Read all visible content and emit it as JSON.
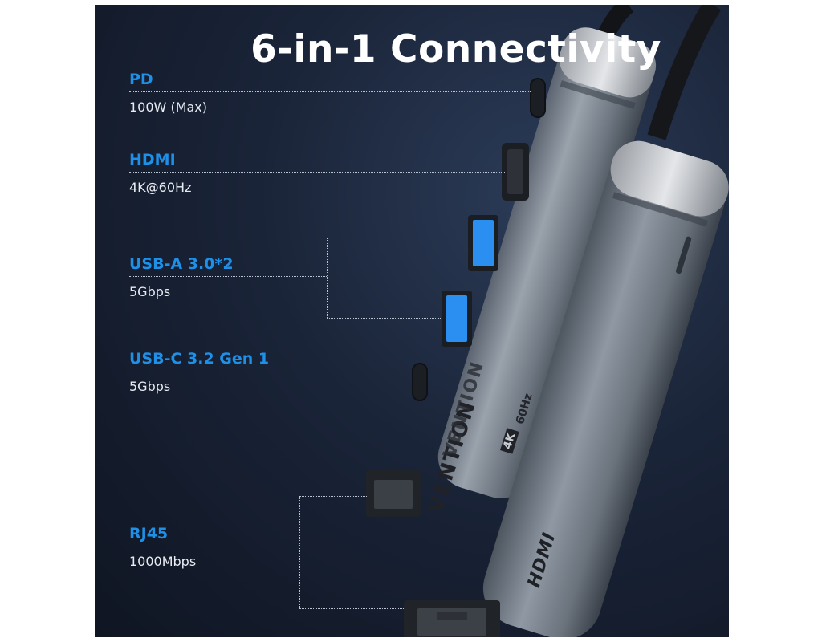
{
  "title": "6-in-1 Connectivity",
  "features": [
    {
      "name": "PD",
      "value": "100W (Max)"
    },
    {
      "name": "HDMI",
      "value": "4K@60Hz"
    },
    {
      "name": "USB-A 3.0*2",
      "value": "5Gbps"
    },
    {
      "name": "USB-C 3.2 Gen 1",
      "value": "5Gbps"
    },
    {
      "name": "RJ45",
      "value": "1000Mbps"
    }
  ],
  "device_text": {
    "brand": "VENTION",
    "res": "4K",
    "hz": "60Hz",
    "hdmi": "HDMI"
  },
  "colors": {
    "accent": "#1e90e8",
    "usb_port": "#2a8ff0"
  }
}
